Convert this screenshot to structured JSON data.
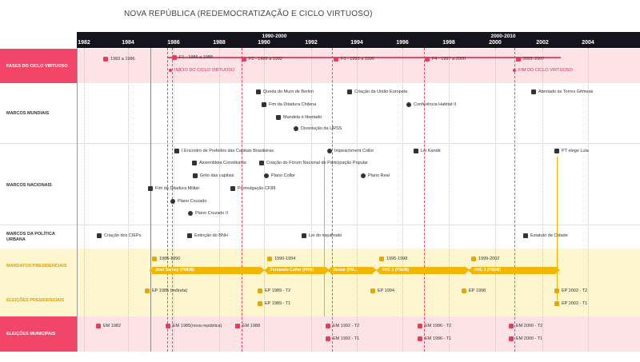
{
  "title": "NOVA REPÚBLICA (REDEMOCRATIZAÇÃO E CICLO VIRTUOSO)",
  "axis": {
    "ticks": [
      "1982",
      "1984",
      "1986",
      "1988",
      "1990",
      "1992",
      "1994",
      "1996",
      "1998",
      "2000",
      "2002",
      "2004"
    ],
    "ranges": [
      "1990-2000",
      "2000-2010"
    ]
  },
  "rows": {
    "fases": "FASES DO CICLO VIRTUOSO",
    "mundiais": "MARCOS MUNDIAIS",
    "nacionais": "MARCOS NACIONAIS",
    "politica_urbana": "MARCOS DA POLÍTICA URBANA",
    "mandatos": "MANDATOS PRESIDENCIAIS",
    "eleicoes_pres": "ELEIÇÕES PRESIDENCIAIS",
    "eleicoes_mun": "ELEIÇÕES MUNICIPAIS"
  },
  "fases": {
    "p1983": "1983 a 1986",
    "f1": "F1 - 1986 a 1988",
    "inicio": "INÍCIO DO CICLO VIRTUOSO",
    "f2": "F2 - 1989 a 1992",
    "f3": "F3 - 1993 a 1996",
    "f4": "F4 - 1997 a 2000",
    "p2001": "2001-2007",
    "fim": "FIM DO CICLO VIRTUOSO"
  },
  "mundiais": {
    "muro": "Queda do Muro de Berlim",
    "chile": "Fim da Ditadura Chilena",
    "mandela": "Mandela é libertado",
    "urss": "Dissolução da URSS",
    "ue": "Criação da União Europeia",
    "habitat": "Conferência Habitat II",
    "torres": "Atentado às Torres Gêmeas"
  },
  "nacionais": {
    "encontro": "I Encontro de Prefeitos das Capitais Brasileiras",
    "assembleia": "Assembleia Constituinte",
    "grito": "Grito das capitais",
    "ditadura": "Fim da Ditadura Militar",
    "cruzado": "Plano Cruzado",
    "cruzado2": "Plano Cruzado II",
    "promulgacao": "Promulgação CF88",
    "forum": "Criação do Fórum Nacional de Participação Popular",
    "collor": "Plano Collor",
    "impeachment": "Impeachment Collor",
    "real": "Plano Real",
    "kandir": "Lei Kandir",
    "lula": "PT elege Lula"
  },
  "urbana": {
    "ciep": "Criação dos CIEPs",
    "bnh": "Extinção do BNH",
    "inquilinato": "Lei do inquilinato",
    "estatuto": "Estatuto da Cidade"
  },
  "mandatos": {
    "p1": "1985-1990",
    "p2": "1990-1994",
    "p3": "1995-1998",
    "p4": "1999-2002",
    "sarney": "José Sarney (PMDB)",
    "collor": "Fernando Collor (PRN)",
    "itamar": "Itamar (PM...",
    "fhc1": "FHC 1 (PSDB)",
    "fhc2": "FHC 2 (PSDB)"
  },
  "eleicoes_pres": {
    "e1985": "EP 1985 (indireta)",
    "e1989t2": "EP 1989 - T2",
    "e1989t1": "EP 1989 - T1",
    "e1994": "EP 1994",
    "e1998": "EP 1998",
    "e2002t2": "EP 2002 - T2",
    "e2002t1": "EP 2002 - T1"
  },
  "eleicoes_mun": {
    "e1982": "EM 1982",
    "e1985": "EM 1985(nova república)",
    "e1988": "EM 1988",
    "e1992t2": "EM 1992 - T2",
    "e1992t1": "EM 1992 - T1",
    "e1996t2": "EM 1996 - T2",
    "e1996t1": "EM 1996 - T1",
    "e2000t2": "EM 2000 - T2",
    "e2000t1": "EM 2000 - T1"
  },
  "colors": {
    "pink_band": "#fde2e6",
    "pink_label": "#f24668",
    "yellow_band": "#fdf6cf",
    "mandate_gold": "#f2b705",
    "axis_dark": "#14141c"
  }
}
